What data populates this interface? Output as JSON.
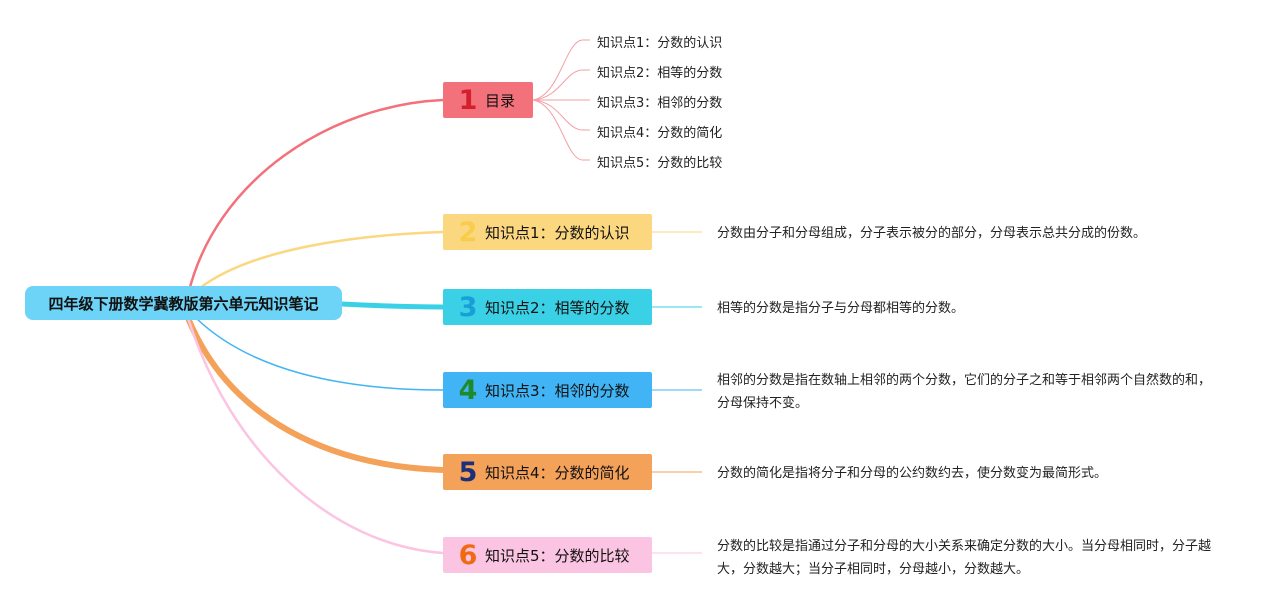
{
  "root": {
    "title": "四年级下册数学冀教版第六单元知识笔记"
  },
  "branches": [
    {
      "number": "1",
      "label": "目录",
      "color": "#f2717a",
      "num_color": "#d4202d"
    },
    {
      "number": "2",
      "label": "知识点1：分数的认识",
      "color": "#fbd77f",
      "num_color": "#f8cc4c",
      "description": "分数由分子和分母组成，分子表示被分的部分，分母表示总共分成的份数。"
    },
    {
      "number": "3",
      "label": "知识点2：相等的分数",
      "color": "#3ad1e6",
      "num_color": "#1a9ed8",
      "description": "相等的分数是指分子与分母都相等的分数。"
    },
    {
      "number": "4",
      "label": "知识点3：相邻的分数",
      "color": "#40b4f5",
      "num_color": "#1f8a2c",
      "description": "相邻的分数是指在数轴上相邻的两个分数，它们的分子之和等于相邻两个自然数的和，分母保持不变。"
    },
    {
      "number": "5",
      "label": "知识点4：分数的简化",
      "color": "#f4a15a",
      "num_color": "#1b2f7a",
      "description": "分数的简化是指将分子和分母的公约数约去，使分数变为最简形式。"
    },
    {
      "number": "6",
      "label": "知识点5：分数的比较",
      "color": "#fbc4e3",
      "num_color": "#f06a14",
      "description": "分数的比较是指通过分子和分母的大小关系来确定分数的大小。当分母相同时，分子越大，分数越大；当分子相同时，分母越小，分数越大。"
    }
  ],
  "toc": [
    "知识点1：分数的认识",
    "知识点2：相等的分数",
    "知识点3：相邻的分数",
    "知识点4：分数的简化",
    "知识点5：分数的比较"
  ]
}
